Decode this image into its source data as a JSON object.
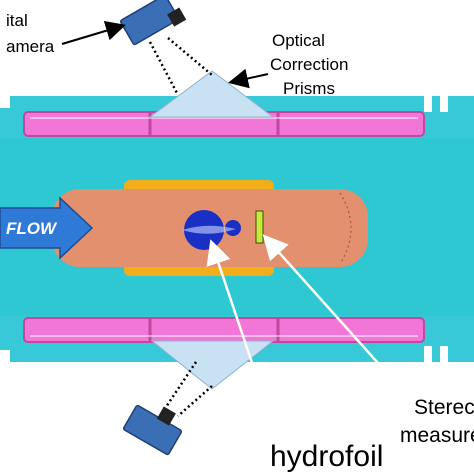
{
  "labels": {
    "camera": [
      "ital",
      "amera"
    ],
    "prisms": [
      "Optical",
      "Correction",
      "Prisms"
    ],
    "flow": "FLOW",
    "stereo": [
      "Sterec",
      "measurem"
    ],
    "hydrofoil": "hydrofoil"
  },
  "colors": {
    "water": "#2ec8d2",
    "wall": "#38c9d8",
    "window": "#f276d8",
    "window_dark": "#c2479f",
    "prism": "#c8e1f3",
    "body": "#e2906e",
    "body_shadow": "#f2ad1b",
    "flow_arrow": "#2f7ad6",
    "hydrofoil": "#1a2fc4",
    "stereo_marker": "#c8e83a",
    "camera": "#3a6fb6"
  },
  "icons": [
    "camera-icon",
    "camera-icon",
    "flow-arrow-icon",
    "hydrofoil-icon"
  ]
}
